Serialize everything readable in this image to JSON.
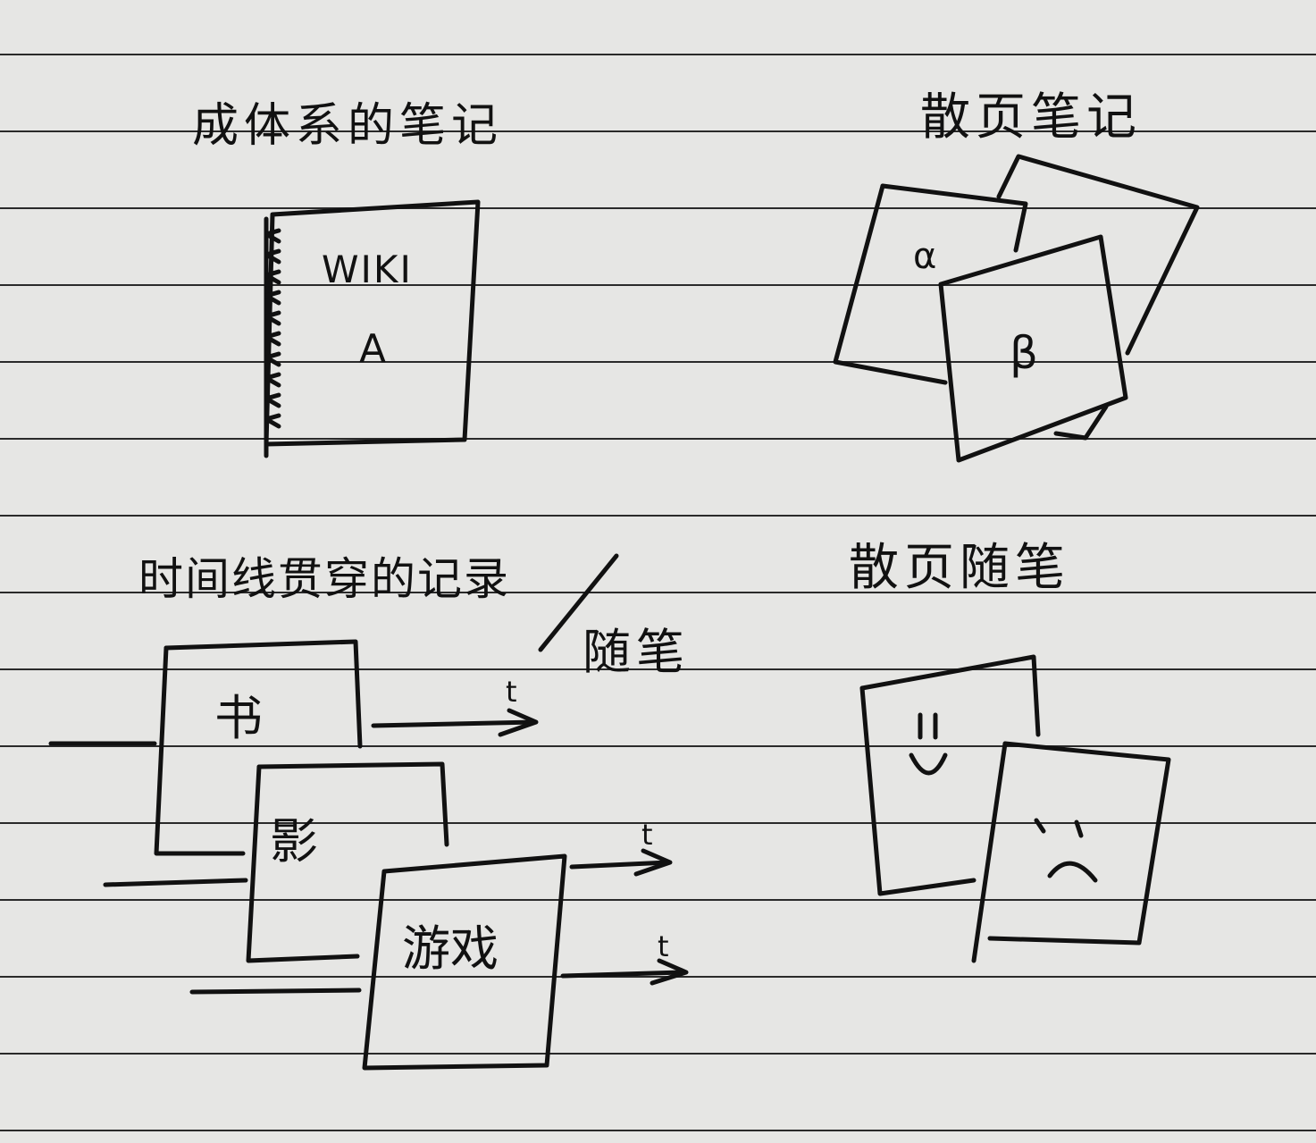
{
  "sections": {
    "systematic": {
      "title": "成体系的笔记",
      "notebook_title": "WIKI",
      "notebook_letter": "A"
    },
    "loose_notes": {
      "title": "散页笔记",
      "page_alpha": "α",
      "page_beta": "β"
    },
    "timeline": {
      "title": "时间线贯穿的记录",
      "title_alt": "随笔",
      "pages": [
        "书",
        "影",
        "游戏"
      ],
      "arrow_label": "t"
    },
    "loose_essays": {
      "title": "散页随笔"
    }
  },
  "colors": {
    "ink": "#111111",
    "paper": "#e6e6e4",
    "rule": "#2e2e2e"
  }
}
